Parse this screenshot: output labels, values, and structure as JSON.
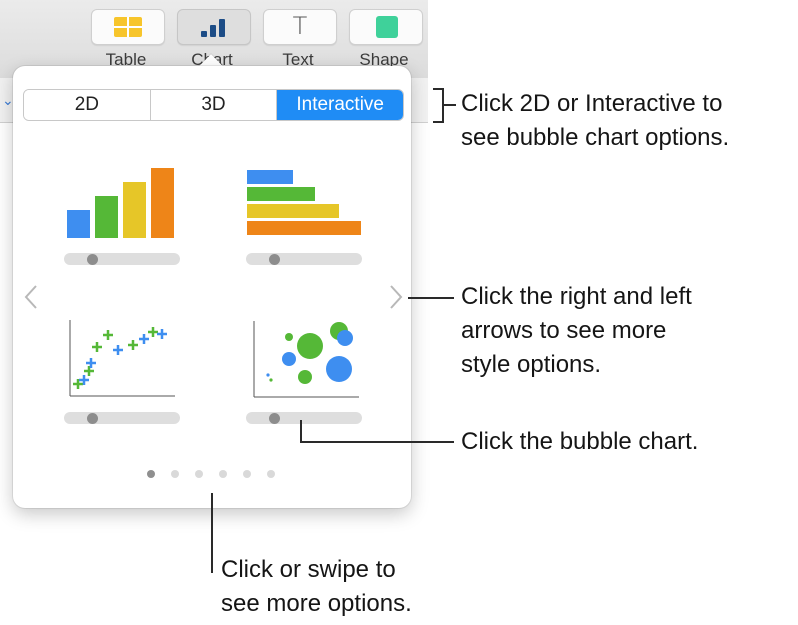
{
  "toolbar": {
    "buttons": [
      {
        "label": "Table",
        "icon": "table-icon"
      },
      {
        "label": "Chart",
        "icon": "chart-icon"
      },
      {
        "label": "Text",
        "icon": "text-icon"
      },
      {
        "label": "Shape",
        "icon": "shape-icon"
      }
    ],
    "text_glyph": "T"
  },
  "popover": {
    "segments": [
      {
        "label": "2D",
        "selected": false
      },
      {
        "label": "3D",
        "selected": false
      },
      {
        "label": "Interactive",
        "selected": true
      }
    ],
    "thumbnails": [
      {
        "name": "column-chart",
        "slider_value": 0.25
      },
      {
        "name": "bar-chart",
        "slider_value": 0.25
      },
      {
        "name": "scatter-chart",
        "slider_value": 0.25
      },
      {
        "name": "bubble-chart",
        "slider_value": 0.25
      }
    ],
    "page_count": 6,
    "current_page": 1
  },
  "callouts": {
    "segment_lines": [
      "Click 2D or Interactive to",
      "see bubble chart options."
    ],
    "arrows_lines": [
      "Click the right and left",
      "arrows to see more",
      "style options."
    ],
    "bubble_line": "Click the bubble chart.",
    "swipe_lines": [
      "Click or swipe to",
      "see more options."
    ]
  },
  "colors": {
    "accent": "#1f8cf5",
    "blue": "#3e8ef0",
    "green": "#55b837",
    "yellow": "#e6c628",
    "orange": "#ee8518",
    "shape_teal": "#3fd19a",
    "table_yellow": "#f7c52b"
  }
}
